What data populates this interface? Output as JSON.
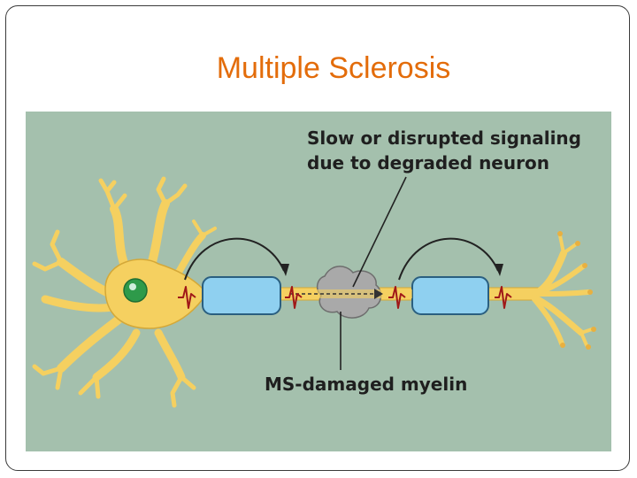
{
  "slide": {
    "title": "Multiple Sclerosis"
  },
  "diagram": {
    "annotation_top_line1": "Slow or disrupted signaling",
    "annotation_top_line2": "due to degraded neuron",
    "annotation_bottom": "MS-damaged myelin"
  },
  "colors": {
    "title": "#e36c0a",
    "panel_background": "#a4c0ad",
    "neuron_body": "#f5d060",
    "myelin": "#8fd0f0",
    "nucleus": "#2e9a4a",
    "damaged_myelin": "#a9a9a9",
    "action_potential": "#a01818"
  }
}
